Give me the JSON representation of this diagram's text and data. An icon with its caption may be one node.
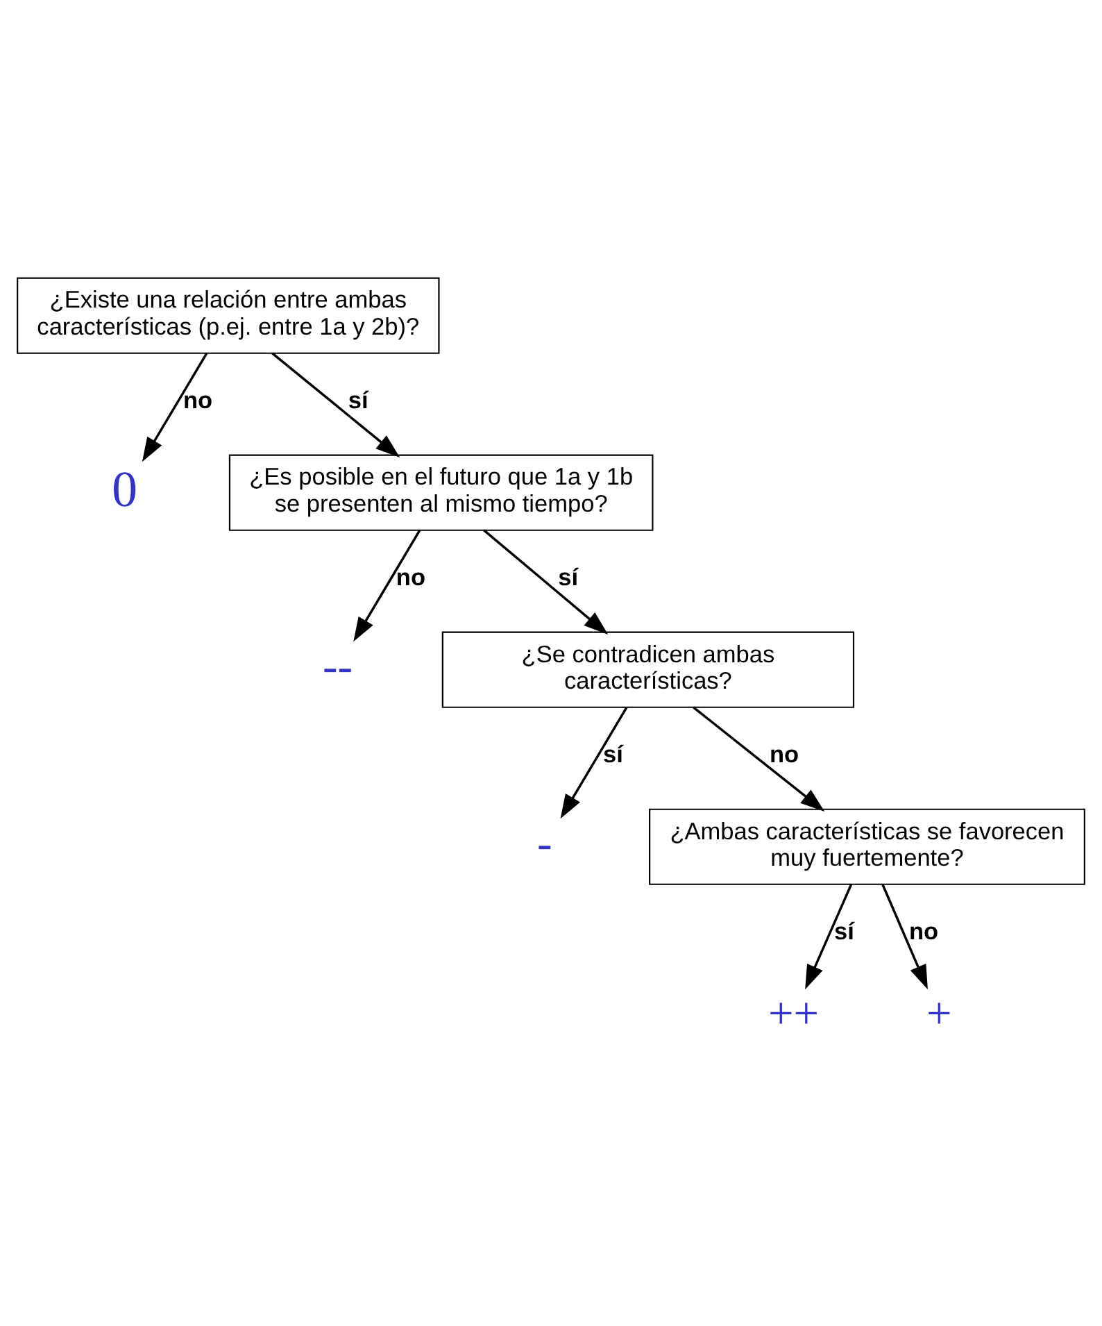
{
  "diagram": {
    "nodes": [
      {
        "text": [
          "¿Existe una relación entre ambas características (p.ej. entre 1a y 2b)?"
        ]
      },
      {
        "text": [
          "0"
        ]
      },
      {
        "text": [
          "¿Es posible en el futuro que 1a y 1b se presenten al mismo tiempo?"
        ]
      },
      {
        "text": [
          "--"
        ]
      },
      {
        "text": [
          "¿Se contradicen ambas características?"
        ]
      },
      {
        "text": [
          "-"
        ]
      },
      {
        "text": [
          "¿Ambas características se favorecen muy fuertemente?"
        ]
      },
      {
        "text": [
          "++"
        ]
      },
      {
        "text": [
          "+"
        ]
      }
    ],
    "edges": [
      {
        "from": 0,
        "to": 1,
        "arrow": "to",
        "label": "no"
      },
      {
        "from": 0,
        "to": 2,
        "arrow": "to",
        "label": "sí"
      },
      {
        "from": 2,
        "to": 4,
        "arrow": "to",
        "label": "sí"
      },
      {
        "from": 2,
        "to": 3,
        "arrow": "to",
        "label": "no"
      },
      {
        "from": 4,
        "to": 5,
        "arrow": "to",
        "label": "sí"
      },
      {
        "from": 4,
        "to": 6,
        "arrow": "to",
        "label": "no"
      },
      {
        "from": 6,
        "to": 7,
        "arrow": "to",
        "label": "sí"
      },
      {
        "from": 6,
        "to": 8,
        "arrow": "to",
        "label": "no"
      }
    ]
  }
}
